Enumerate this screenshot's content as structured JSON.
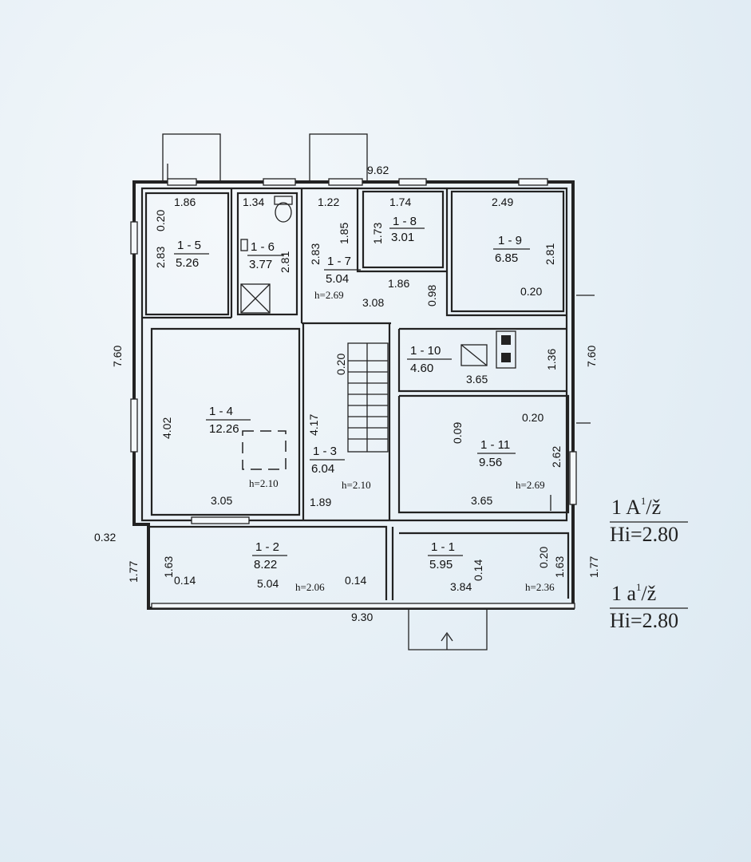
{
  "overall": {
    "width_top": "9.62",
    "width_bottom": "9.30",
    "height_left": "7.60",
    "height_right": "7.60",
    "left_offset": "0.32",
    "bottom_left": "1.77",
    "bottom_right": "1.77"
  },
  "rooms": [
    {
      "id": "1 - 5",
      "area": "5.26",
      "dims": [
        "1.86",
        "2.83",
        "0.20"
      ]
    },
    {
      "id": "1 - 6",
      "area": "3.77",
      "dims": [
        "1.34",
        "2.81"
      ]
    },
    {
      "id": "1 - 7",
      "area": "5.04",
      "dims": [
        "1.22",
        "2.83",
        "1.85",
        "1.86",
        "3.08",
        "0.98"
      ],
      "height": "h=2.69"
    },
    {
      "id": "1 - 8",
      "area": "3.01",
      "dims": [
        "1.74",
        "1.73"
      ]
    },
    {
      "id": "1 - 9",
      "area": "6.85",
      "dims": [
        "2.49",
        "2.81",
        "0.20"
      ]
    },
    {
      "id": "1 - 10",
      "area": "4.60",
      "dims": [
        "3.65",
        "1.36"
      ]
    },
    {
      "id": "1 - 4",
      "area": "12.26",
      "dims": [
        "4.02",
        "3.05"
      ],
      "height": "h=2.10"
    },
    {
      "id": "1 - 3",
      "area": "6.04",
      "dims": [
        "4.17",
        "0.20",
        "1.89"
      ],
      "height": "h=2.10"
    },
    {
      "id": "1 - 11",
      "area": "9.56",
      "dims": [
        "0.09",
        "0.20",
        "2.62",
        "3.65"
      ],
      "height": "h=2.69"
    },
    {
      "id": "1 - 2",
      "area": "8.22",
      "dims": [
        "1.63",
        "0.14",
        "5.04",
        "0.14"
      ],
      "height": "h=2.06"
    },
    {
      "id": "1 - 1",
      "area": "5.95",
      "dims": [
        "0.14",
        "3.84",
        "0.20",
        "1.63"
      ],
      "height": "h=2.36"
    }
  ],
  "legend": [
    {
      "prefix": "1 ",
      "letter": "A",
      "sup": "1",
      "suffix": "/ž",
      "hi": "Hi=2.80"
    },
    {
      "prefix": "1 ",
      "letter": "a",
      "sup": "1",
      "suffix": "/ž",
      "hi": "Hi=2.80"
    }
  ]
}
